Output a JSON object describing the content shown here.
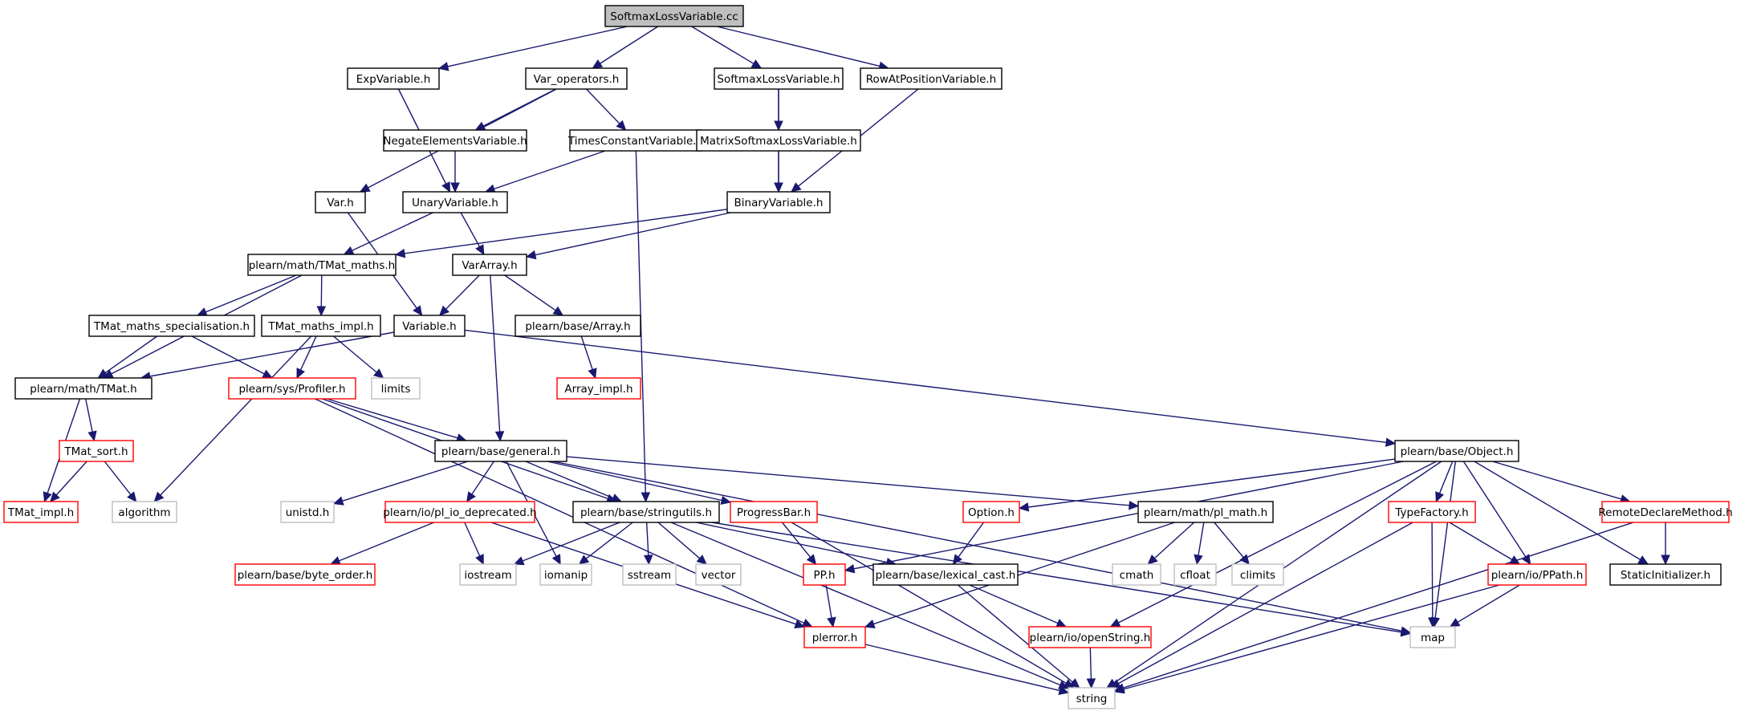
{
  "colors": {
    "edge": "#191970",
    "root_fill": "#bfbfbf",
    "node_border": "#000000",
    "truncated_border": "#ff0000",
    "system_border": "#bfbfbf",
    "system_text": "#7f7f7f",
    "text": "#000000"
  },
  "nodes": {
    "softmaxcc": {
      "label": "SoftmaxLossVariable.cc",
      "kind": "root"
    },
    "expvar": {
      "label": "ExpVariable.h",
      "kind": "normal"
    },
    "varops": {
      "label": "Var_operators.h",
      "kind": "normal"
    },
    "softmaxh": {
      "label": "SoftmaxLossVariable.h",
      "kind": "normal"
    },
    "rowat": {
      "label": "RowAtPositionVariable.h",
      "kind": "normal"
    },
    "negate": {
      "label": "NegateElementsVariable.h",
      "kind": "normal"
    },
    "timesconst": {
      "label": "TimesConstantVariable.h",
      "kind": "normal"
    },
    "matrixsoft": {
      "label": "MatrixSoftmaxLossVariable.h",
      "kind": "normal"
    },
    "varh": {
      "label": "Var.h",
      "kind": "normal"
    },
    "unary": {
      "label": "UnaryVariable.h",
      "kind": "normal"
    },
    "binary": {
      "label": "BinaryVariable.h",
      "kind": "normal"
    },
    "tmatmaths": {
      "label": "plearn/math/TMat_maths.h",
      "kind": "normal"
    },
    "vararray": {
      "label": "VarArray.h",
      "kind": "normal"
    },
    "tmatspec": {
      "label": "TMat_maths_specialisation.h",
      "kind": "normal"
    },
    "tmatimplm": {
      "label": "TMat_maths_impl.h",
      "kind": "normal"
    },
    "variableh": {
      "label": "Variable.h",
      "kind": "normal"
    },
    "arrayh": {
      "label": "plearn/base/Array.h",
      "kind": "normal"
    },
    "limits": {
      "label": "limits",
      "kind": "system"
    },
    "tmath": {
      "label": "plearn/math/TMat.h",
      "kind": "normal"
    },
    "profiler": {
      "label": "plearn/sys/Profiler.h",
      "kind": "truncated"
    },
    "arrayimpl": {
      "label": "Array_impl.h",
      "kind": "truncated"
    },
    "tmatsort": {
      "label": "TMat_sort.h",
      "kind": "truncated"
    },
    "general": {
      "label": "plearn/base/general.h",
      "kind": "normal"
    },
    "objecth": {
      "label": "plearn/base/Object.h",
      "kind": "normal"
    },
    "tmatimpl": {
      "label": "TMat_impl.h",
      "kind": "truncated"
    },
    "algorithm": {
      "label": "algorithm",
      "kind": "system"
    },
    "unistd": {
      "label": "unistd.h",
      "kind": "system"
    },
    "pliodep": {
      "label": "plearn/io/pl_io_deprecated.h",
      "kind": "truncated"
    },
    "stringutils": {
      "label": "plearn/base/stringutils.h",
      "kind": "normal"
    },
    "progressbar": {
      "label": "ProgressBar.h",
      "kind": "truncated"
    },
    "plmath": {
      "label": "plearn/math/pl_math.h",
      "kind": "normal"
    },
    "option": {
      "label": "Option.h",
      "kind": "truncated"
    },
    "typefactory": {
      "label": "TypeFactory.h",
      "kind": "truncated"
    },
    "remote": {
      "label": "RemoteDeclareMethod.h",
      "kind": "truncated"
    },
    "byteorder": {
      "label": "plearn/base/byte_order.h",
      "kind": "truncated"
    },
    "iostream": {
      "label": "iostream",
      "kind": "system"
    },
    "iomanip": {
      "label": "iomanip",
      "kind": "system"
    },
    "sstream": {
      "label": "sstream",
      "kind": "system"
    },
    "vector": {
      "label": "vector",
      "kind": "system"
    },
    "pph": {
      "label": "PP.h",
      "kind": "truncated"
    },
    "lexical": {
      "label": "plearn/base/lexical_cast.h",
      "kind": "normal"
    },
    "cmath": {
      "label": "cmath",
      "kind": "system"
    },
    "cfloat": {
      "label": "cfloat",
      "kind": "system"
    },
    "climits": {
      "label": "climits",
      "kind": "system"
    },
    "ppath": {
      "label": "plearn/io/PPath.h",
      "kind": "truncated"
    },
    "staticinit": {
      "label": "StaticInitializer.h",
      "kind": "normal"
    },
    "plerror": {
      "label": "plerror.h",
      "kind": "truncated"
    },
    "openstring": {
      "label": "plearn/io/openString.h",
      "kind": "truncated"
    },
    "map": {
      "label": "map",
      "kind": "system"
    },
    "string": {
      "label": "string",
      "kind": "system"
    }
  },
  "edges": [
    [
      "softmaxcc",
      "expvar"
    ],
    [
      "softmaxcc",
      "varops"
    ],
    [
      "softmaxcc",
      "softmaxh"
    ],
    [
      "softmaxcc",
      "rowat"
    ],
    [
      "expvar",
      "unary"
    ],
    [
      "varops",
      "negate"
    ],
    [
      "varops",
      "timesconst"
    ],
    [
      "varops",
      "varh"
    ],
    [
      "softmaxh",
      "matrixsoft"
    ],
    [
      "softmaxh",
      "binary"
    ],
    [
      "rowat",
      "binary"
    ],
    [
      "negate",
      "unary"
    ],
    [
      "timesconst",
      "unary"
    ],
    [
      "timesconst",
      "stringutils"
    ],
    [
      "matrixsoft",
      "binary"
    ],
    [
      "varh",
      "variableh"
    ],
    [
      "unary",
      "tmatmaths"
    ],
    [
      "unary",
      "vararray"
    ],
    [
      "binary",
      "tmatmaths"
    ],
    [
      "binary",
      "vararray"
    ],
    [
      "tmatmaths",
      "tmatspec"
    ],
    [
      "tmatmaths",
      "tmatimplm"
    ],
    [
      "tmatmaths",
      "tmath"
    ],
    [
      "vararray",
      "variableh"
    ],
    [
      "vararray",
      "arrayh"
    ],
    [
      "vararray",
      "general"
    ],
    [
      "tmatspec",
      "tmath"
    ],
    [
      "tmatspec",
      "profiler"
    ],
    [
      "tmatimplm",
      "profiler"
    ],
    [
      "tmatimplm",
      "limits"
    ],
    [
      "tmatimplm",
      "algorithm"
    ],
    [
      "variableh",
      "tmath"
    ],
    [
      "variableh",
      "objecth"
    ],
    [
      "arrayh",
      "arrayimpl"
    ],
    [
      "tmath",
      "tmatsort"
    ],
    [
      "tmath",
      "tmatimpl"
    ],
    [
      "tmatsort",
      "tmatimpl"
    ],
    [
      "tmatsort",
      "algorithm"
    ],
    [
      "profiler",
      "general"
    ],
    [
      "profiler",
      "stringutils"
    ],
    [
      "profiler",
      "plerror"
    ],
    [
      "general",
      "unistd"
    ],
    [
      "general",
      "pliodep"
    ],
    [
      "general",
      "iomanip"
    ],
    [
      "general",
      "stringutils"
    ],
    [
      "general",
      "progressbar"
    ],
    [
      "general",
      "plmath"
    ],
    [
      "general",
      "map"
    ],
    [
      "objecth",
      "option"
    ],
    [
      "objecth",
      "typefactory"
    ],
    [
      "objecth",
      "ppath"
    ],
    [
      "objecth",
      "remote"
    ],
    [
      "objecth",
      "staticinit"
    ],
    [
      "objecth",
      "map"
    ],
    [
      "objecth",
      "string"
    ],
    [
      "objecth",
      "pph"
    ],
    [
      "objecth",
      "openstring"
    ],
    [
      "pliodep",
      "byteorder"
    ],
    [
      "pliodep",
      "iostream"
    ],
    [
      "pliodep",
      "plerror"
    ],
    [
      "stringutils",
      "iostream"
    ],
    [
      "stringutils",
      "iomanip"
    ],
    [
      "stringutils",
      "sstream"
    ],
    [
      "stringutils",
      "vector"
    ],
    [
      "stringutils",
      "lexical"
    ],
    [
      "stringutils",
      "map"
    ],
    [
      "stringutils",
      "string"
    ],
    [
      "progressbar",
      "pph"
    ],
    [
      "progressbar",
      "string"
    ],
    [
      "plmath",
      "cmath"
    ],
    [
      "plmath",
      "cfloat"
    ],
    [
      "plmath",
      "climits"
    ],
    [
      "plmath",
      "plerror"
    ],
    [
      "option",
      "lexical"
    ],
    [
      "typefactory",
      "map"
    ],
    [
      "typefactory",
      "ppath"
    ],
    [
      "typefactory",
      "string"
    ],
    [
      "remote",
      "staticinit"
    ],
    [
      "remote",
      "string"
    ],
    [
      "pph",
      "plerror"
    ],
    [
      "lexical",
      "openstring"
    ],
    [
      "lexical",
      "string"
    ],
    [
      "ppath",
      "map"
    ],
    [
      "ppath",
      "string"
    ],
    [
      "plerror",
      "string"
    ],
    [
      "openstring",
      "string"
    ]
  ]
}
